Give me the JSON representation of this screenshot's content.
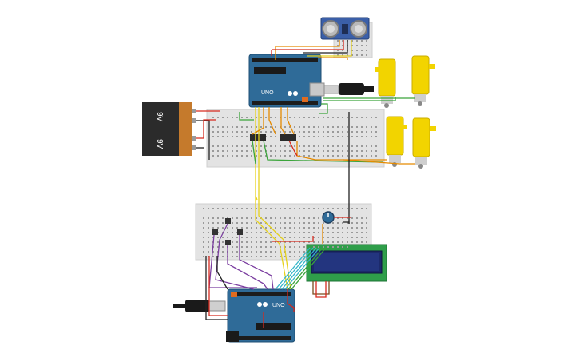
{
  "canvas": {
    "background": "#ffffff"
  },
  "colors": {
    "breadboard": "#e3e3e3",
    "arduino": "#2f6b98",
    "arduino_dark": "#1f4f74",
    "battery_body": "#2b2b2b",
    "battery_cap": "#c57a2c",
    "motor_yellow": "#f2d400",
    "lcd_pcb": "#2f9e4a",
    "lcd_screen": "#1c2a6b",
    "sensor_blue": "#3b5fa8",
    "wire_red": "#d62a1e",
    "wire_black": "#222222",
    "wire_orange": "#e58a00",
    "wire_yellow": "#e6d21e",
    "wire_green": "#3aa43a",
    "wire_purple": "#7b3ea0",
    "wire_brown": "#7a4a1c",
    "wire_cyan": "#34b5c8"
  },
  "components": {
    "battery_top": {
      "label": "9V",
      "icon": "battery-9v-icon"
    },
    "battery_bottom": {
      "label": "9V",
      "icon": "battery-9v-icon"
    },
    "arduino_top": {
      "label": "UNO",
      "icon": "arduino-uno-icon"
    },
    "arduino_bottom": {
      "label": "UNO",
      "icon": "arduino-uno-icon"
    },
    "ultrasonic_sensor": {
      "icon": "ultrasonic-sensor-icon"
    },
    "lcd": {
      "icon": "lcd-16x2-icon"
    },
    "potentiometer": {
      "icon": "potentiometer-icon"
    },
    "motors": {
      "count": 4,
      "icon": "dc-gear-motor-icon"
    },
    "motor_driver": {
      "icon": "motor-driver-icon"
    },
    "pushbuttons": {
      "count": 4,
      "icon": "pushbutton-icon"
    },
    "usb_plugs": {
      "icon": "usb-plug-icon"
    }
  }
}
